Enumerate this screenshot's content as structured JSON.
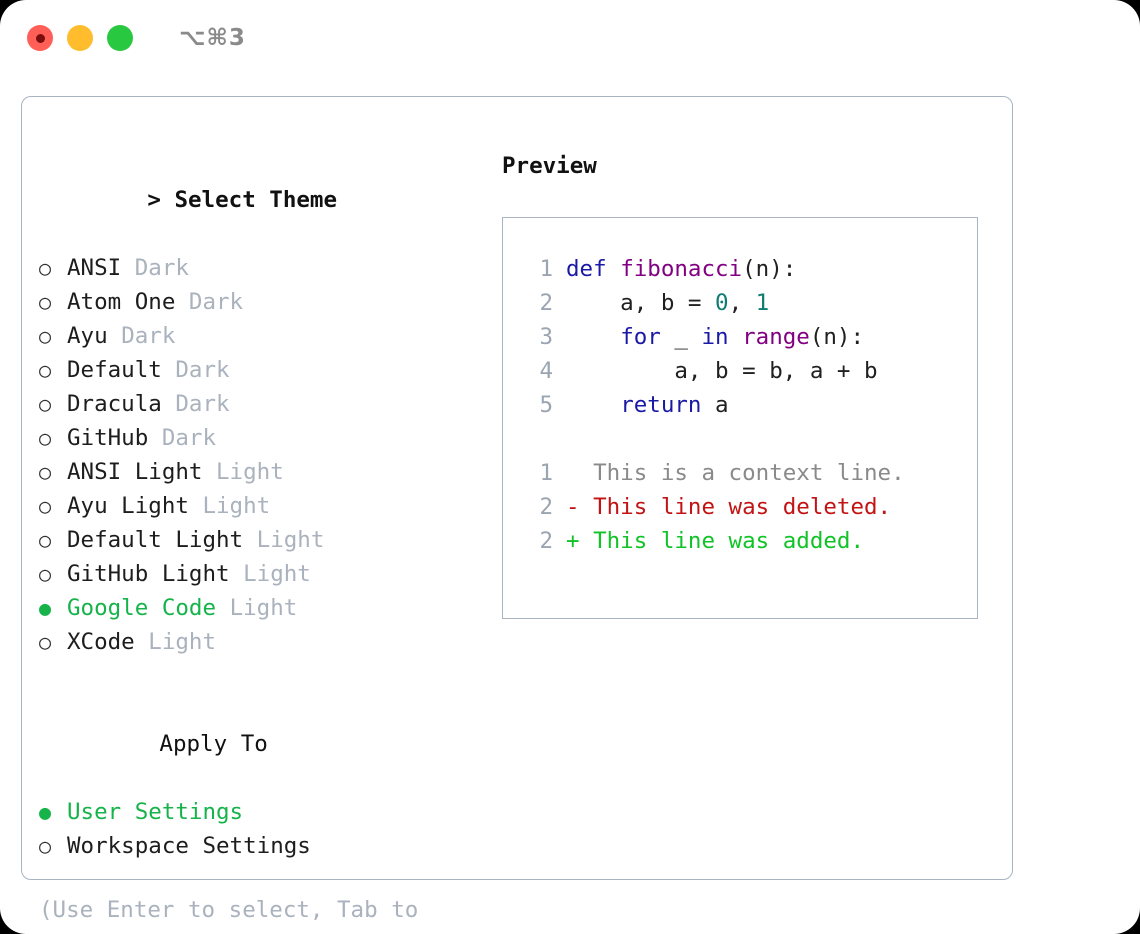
{
  "titlebar": {
    "shortcut": "⌥⌘3",
    "buttons": [
      {
        "name": "close",
        "color": "#ff5f57"
      },
      {
        "name": "minimize",
        "color": "#ffbd2e"
      },
      {
        "name": "maximize",
        "color": "#28c840"
      }
    ]
  },
  "theme_picker": {
    "prompt_prefix": "> ",
    "title": "Select Theme",
    "selected_marker": "●",
    "unselected_marker": "○",
    "options": [
      {
        "name": "ANSI",
        "variant": "Dark",
        "selected": false
      },
      {
        "name": "Atom One",
        "variant": "Dark",
        "selected": false
      },
      {
        "name": "Ayu",
        "variant": "Dark",
        "selected": false
      },
      {
        "name": "Default",
        "variant": "Dark",
        "selected": false
      },
      {
        "name": "Dracula",
        "variant": "Dark",
        "selected": false
      },
      {
        "name": "GitHub",
        "variant": "Dark",
        "selected": false
      },
      {
        "name": "ANSI Light",
        "variant": "Light",
        "selected": false
      },
      {
        "name": "Ayu Light",
        "variant": "Light",
        "selected": false
      },
      {
        "name": "Default Light",
        "variant": "Light",
        "selected": false
      },
      {
        "name": "GitHub Light",
        "variant": "Light",
        "selected": false
      },
      {
        "name": "Google Code",
        "variant": "Light",
        "selected": true
      },
      {
        "name": "XCode",
        "variant": "Light",
        "selected": false
      }
    ]
  },
  "apply_to": {
    "title": "Apply To",
    "options": [
      {
        "name": "User Settings",
        "selected": true
      },
      {
        "name": "Workspace Settings",
        "selected": false
      }
    ]
  },
  "hint": "(Use Enter to select, Tab to change focus)",
  "preview": {
    "title": "Preview",
    "code_lines": [
      {
        "lineno": "1",
        "tokens": [
          {
            "text": "def ",
            "type": "kw"
          },
          {
            "text": "fibonacci",
            "type": "fn"
          },
          {
            "text": "(n):",
            "type": "pl"
          }
        ]
      },
      {
        "lineno": "2",
        "tokens": [
          {
            "text": "    a, b = ",
            "type": "pl"
          },
          {
            "text": "0",
            "type": "num"
          },
          {
            "text": ", ",
            "type": "pl"
          },
          {
            "text": "1",
            "type": "num"
          }
        ]
      },
      {
        "lineno": "3",
        "tokens": [
          {
            "text": "    ",
            "type": "pl"
          },
          {
            "text": "for",
            "type": "kw"
          },
          {
            "text": " _ ",
            "type": "pl"
          },
          {
            "text": "in",
            "type": "kw"
          },
          {
            "text": " ",
            "type": "pl"
          },
          {
            "text": "range",
            "type": "fn"
          },
          {
            "text": "(n):",
            "type": "pl"
          }
        ]
      },
      {
        "lineno": "4",
        "tokens": [
          {
            "text": "        a, b = b, a + b",
            "type": "pl"
          }
        ]
      },
      {
        "lineno": "5",
        "tokens": [
          {
            "text": "    ",
            "type": "pl"
          },
          {
            "text": "return",
            "type": "kw"
          },
          {
            "text": " a",
            "type": "pl"
          }
        ]
      }
    ],
    "diff_lines": [
      {
        "lineno": "1",
        "text": "  This is a context line.",
        "kind": "ctx"
      },
      {
        "lineno": "2",
        "text": "- This line was deleted.",
        "kind": "del"
      },
      {
        "lineno": "2",
        "text": "+ This line was added.",
        "kind": "add"
      }
    ]
  },
  "colors": {
    "accent_green": "#16b34a",
    "muted": "#aab2bd",
    "border": "#a9b4c2",
    "keyword": "#1a1aa6",
    "function": "#820182",
    "number": "#0e7c70",
    "diff_delete": "#c21414",
    "diff_add": "#12c327"
  }
}
